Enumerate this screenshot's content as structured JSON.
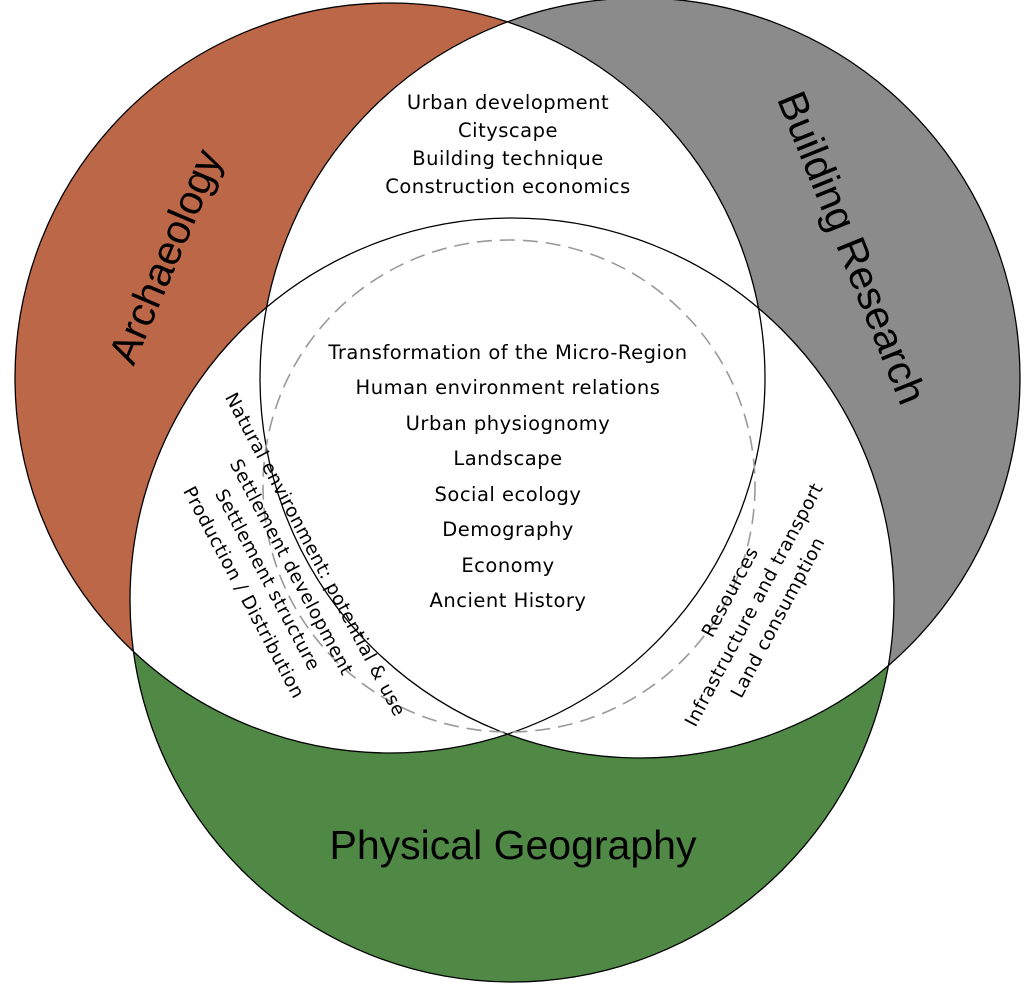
{
  "colors": {
    "archaeology": "#bc6848",
    "building_research": "#8b8b8b",
    "physical_geography": "#4f8945",
    "intersection": "#ffffff",
    "dashed_circle": "#9a9a9a"
  },
  "circles": {
    "archaeology": {
      "title": "Archaeology"
    },
    "building_research": {
      "title": "Building Research"
    },
    "physical_geography": {
      "title": "Physical Geography"
    }
  },
  "overlaps": {
    "archaeology_building": [
      "Urban development",
      "Cityscape",
      "Building technique",
      "Construction economics"
    ],
    "archaeology_geography": [
      "Natural environment: potential & use",
      "Settlement development",
      "Settlement structure",
      "Production / Distribution"
    ],
    "building_geography": [
      "Resources",
      "Infrastructure and transport",
      "Land consumption"
    ],
    "center": [
      "Transformation of the Micro-Region",
      "Human environment relations",
      "Urban physiognomy",
      "Landscape",
      "Social ecology",
      "Demography",
      "Economy",
      "Ancient History"
    ]
  }
}
